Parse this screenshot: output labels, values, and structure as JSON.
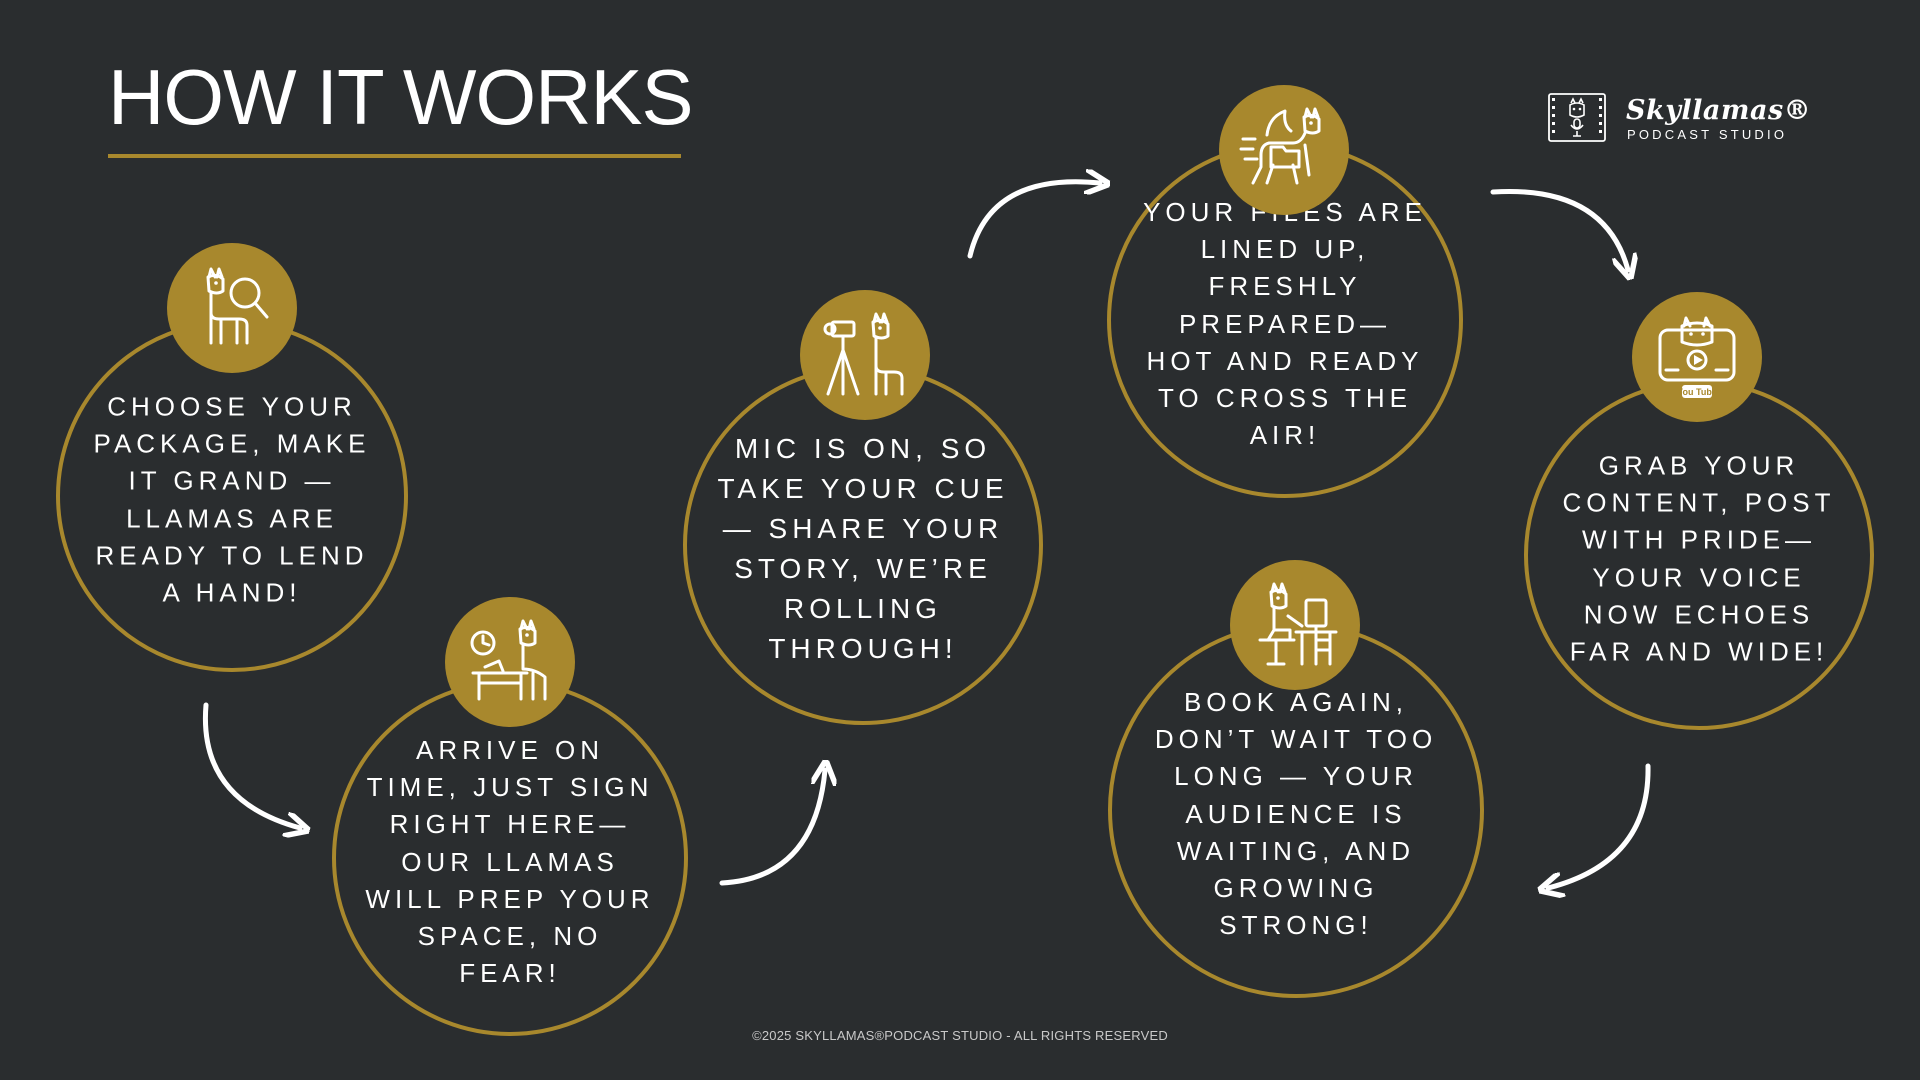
{
  "header": {
    "title": "HOW IT WORKS"
  },
  "brand": {
    "name": "Skyllamas®",
    "subtitle": "PODCAST STUDIO",
    "logo_icon": "llama-film-frame-icon"
  },
  "steps": [
    {
      "text": "CHOOSE YOUR PACKAGE, MAKE IT GRAND — LLAMAS ARE READY TO LEND A HAND!",
      "icon": "llama-magnifier-icon"
    },
    {
      "text": "ARRIVE ON TIME, JUST SIGN RIGHT HERE— OUR LLAMAS WILL PREP YOUR SPACE, NO FEAR!",
      "icon": "llama-desk-clock-icon"
    },
    {
      "text": "MIC IS ON, SO TAKE YOUR CUE— SHARE YOUR STORY, WE’RE ROLLING THROUGH!",
      "icon": "llama-camera-icon"
    },
    {
      "text": "YOUR FILES ARE LINED UP, FRESHLY PREPARED— HOT AND READY TO CROSS THE AIR!",
      "icon": "flying-llama-folder-icon"
    },
    {
      "text": "GRAB YOUR CONTENT, POST WITH PRIDE— YOUR VOICE NOW ECHOES FAR AND WIDE!",
      "icon": "llama-youtube-player-icon",
      "icon_label": "You Tube"
    },
    {
      "text": "BOOK AGAIN, DON’T WAIT TOO LONG — YOUR AUDIENCE IS WAITING, AND GROWING STRONG!",
      "icon": "llama-computer-desk-icon"
    }
  ],
  "footer": {
    "text": "©2025 SKYLLAMAS®PODCAST STUDIO - ALL RIGHTS RESERVED"
  },
  "colors": {
    "background": "#2a2d2f",
    "accent_gold": "#a8882d",
    "text": "#ffffff"
  }
}
